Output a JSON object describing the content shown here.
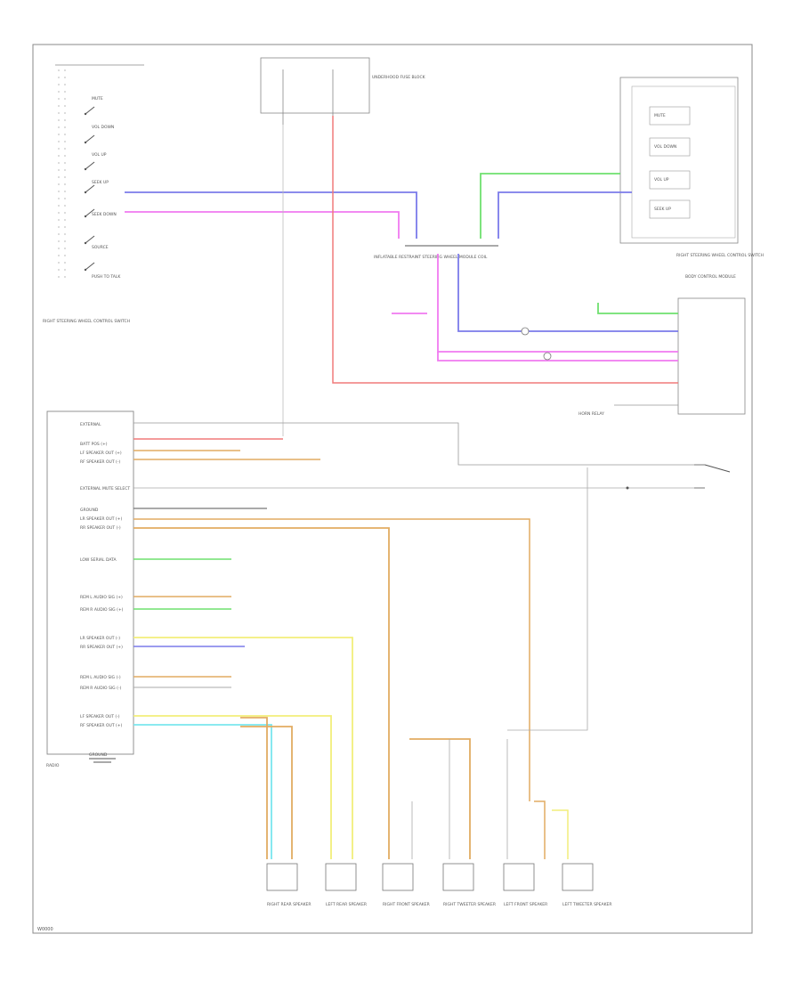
{
  "labels": {
    "left_switch_block": "RIGHT STEERING WHEEL CONTROL SWITCH",
    "right_switch_block": "RIGHT STEERING WHEEL CONTROL SWITCH",
    "right_switch_group": "RIGHT STEERING WHEEL CONTROL SWITCH",
    "clock_spring": "INFLATABLE RESTRAINT STEERING WHEEL MODULE COIL",
    "fuse_block": "UNDERHOOD FUSE BLOCK",
    "bcm": "BODY CONTROL MODULE",
    "radio": "RADIO",
    "horn_relay": "HORN RELAY",
    "ground_label": "GROUND",
    "footer_code": "W0000"
  },
  "left_switches": [
    "MUTE",
    "VOL DOWN",
    "VOL UP",
    "SEEK UP",
    "SEEK DOWN",
    "SOURCE",
    "PUSH TO TALK"
  ],
  "right_switches": [
    "MUTE",
    "VOL DOWN",
    "VOL UP",
    "SEEK UP"
  ],
  "radio_pins": [
    "EXTERNAL",
    "BATT POS (+)",
    "LF SPEAKER OUT (+)",
    "RF SPEAKER OUT (-)",
    "EXTERNAL MUTE SELECT",
    "GROUND",
    "LR SPEAKER OUT (+)",
    "RR SPEAKER OUT (-)",
    "LOW SERIAL DATA",
    "REM L AUDIO SIG (+)",
    "REM R AUDIO SIG (+)",
    "LR SPEAKER OUT (-)",
    "RR SPEAKER OUT (+)",
    "REM L AUDIO SIG (-)",
    "REM R AUDIO SIG (-)",
    "LF SPEAKER OUT (-)",
    "RF SPEAKER OUT (+)"
  ],
  "speakers": [
    "RIGHT REAR SPEAKER",
    "LEFT REAR SPEAKER",
    "RIGHT FRONT SPEAKER",
    "RIGHT TWEETER SPEAKER",
    "LEFT FRONT SPEAKER",
    "LEFT TWEETER SPEAKER"
  ],
  "wire_colors": {
    "blue": "#7b7bea",
    "magenta": "#f07af0",
    "green": "#6fe06f",
    "red": "#f07a7a",
    "orange": "#e2ac62",
    "yellow": "#f2ee7a",
    "cyan": "#7ae6ee",
    "gray": "#9a9a9a"
  }
}
